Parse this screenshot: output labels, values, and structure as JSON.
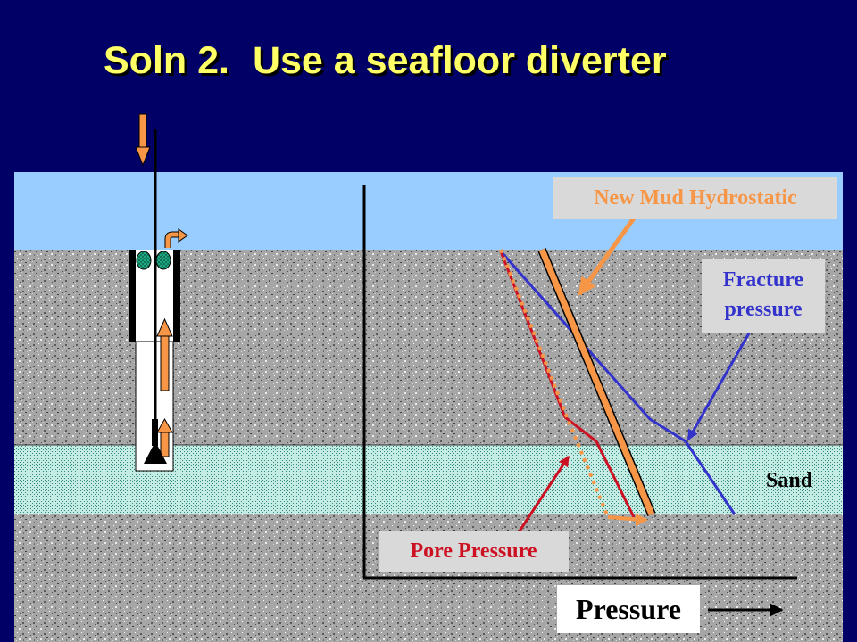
{
  "title": {
    "part1": "Soln 2.",
    "part2": "Use a seafloor diverter"
  },
  "labels": {
    "new_mud": "New Mud Hydrostatic",
    "fracture_line1": "Fracture",
    "fracture_line2": "pressure",
    "sand": "Sand",
    "pore_pressure": "Pore Pressure",
    "pressure_axis": "Pressure"
  },
  "colors": {
    "background": "#000066",
    "title": "#ffff66",
    "seawater": "#99ccff",
    "rock": "#a6a6a6",
    "sand": "#b3e6dc",
    "new_mud": "#f79646",
    "fracture": "#3333cc",
    "pore": "#cc1122",
    "label_box": "#d9d9d9"
  },
  "icons": [
    "down-arrow-icon",
    "diverter-return-arrow-icon",
    "ball-valve-icon",
    "up-flow-arrow-icon",
    "drill-bit-icon",
    "right-arrow-icon"
  ]
}
